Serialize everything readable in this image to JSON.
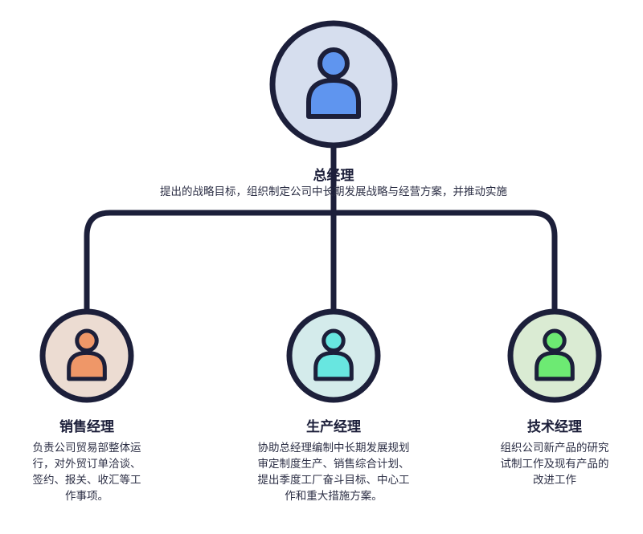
{
  "colors": {
    "line": "#1c1f3a",
    "person_outline": "#1c1f3a"
  },
  "nodes": {
    "ceo": {
      "title": "总经理",
      "description": [
        "提出的战略目标，组织制定公司中长期发展战略与经营方案，并推动实施"
      ],
      "icon": "person-icon",
      "circle_fill": "#d6deee",
      "person_fill": "#5f95ef"
    },
    "sales": {
      "title": "销售经理",
      "description": [
        "负责公司贸易部整体运",
        "行，对外贸订单洽谈、",
        "签约、报关、收汇等工",
        "作事项。"
      ],
      "icon": "person-icon",
      "circle_fill": "#ecdcd2",
      "person_fill": "#ef9768"
    },
    "production": {
      "title": "生产经理",
      "description": [
        "协助总经理编制中长期发展规划",
        "审定制度生产、销售综合计划、",
        "提出季度工厂奋斗目标、中心工",
        "作和重大措施方案。"
      ],
      "icon": "person-icon",
      "circle_fill": "#d4ebeb",
      "person_fill": "#68e6e0"
    },
    "tech": {
      "title": "技术经理",
      "description": [
        "组织公司新产品的研究",
        "试制工作及现有产品的",
        "改进工作"
      ],
      "icon": "person-icon",
      "circle_fill": "#daebd3",
      "person_fill": "#6dea73"
    }
  }
}
